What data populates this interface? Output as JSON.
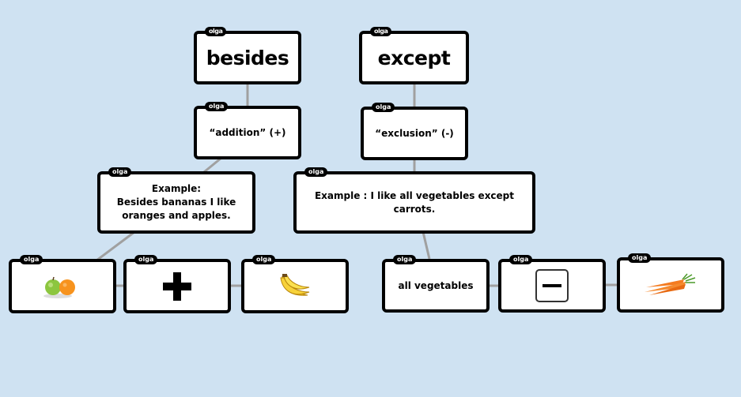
{
  "author_tag": "olga",
  "colors": {
    "background": "#cfe2f2",
    "connector": "#a0a0a0",
    "card_border": "#000000"
  },
  "cards": {
    "besides": {
      "text": "besides"
    },
    "except": {
      "text": "except"
    },
    "addition": {
      "text": "“addition” (+)"
    },
    "exclusion": {
      "text": "“exclusion” (-)"
    },
    "example_besides": {
      "lines": [
        "Example:",
        "Besides bananas I like",
        "oranges and apples."
      ]
    },
    "example_except": {
      "text": "Example : I like all vegetables except carrots."
    },
    "fruits": {
      "icon": "apple-orange-icon"
    },
    "plus": {
      "icon": "plus-icon"
    },
    "bananas": {
      "icon": "bananas-icon"
    },
    "all_vegetables": {
      "text": "all vegetables"
    },
    "minus": {
      "icon": "minus-icon"
    },
    "carrots": {
      "icon": "carrots-icon"
    }
  }
}
